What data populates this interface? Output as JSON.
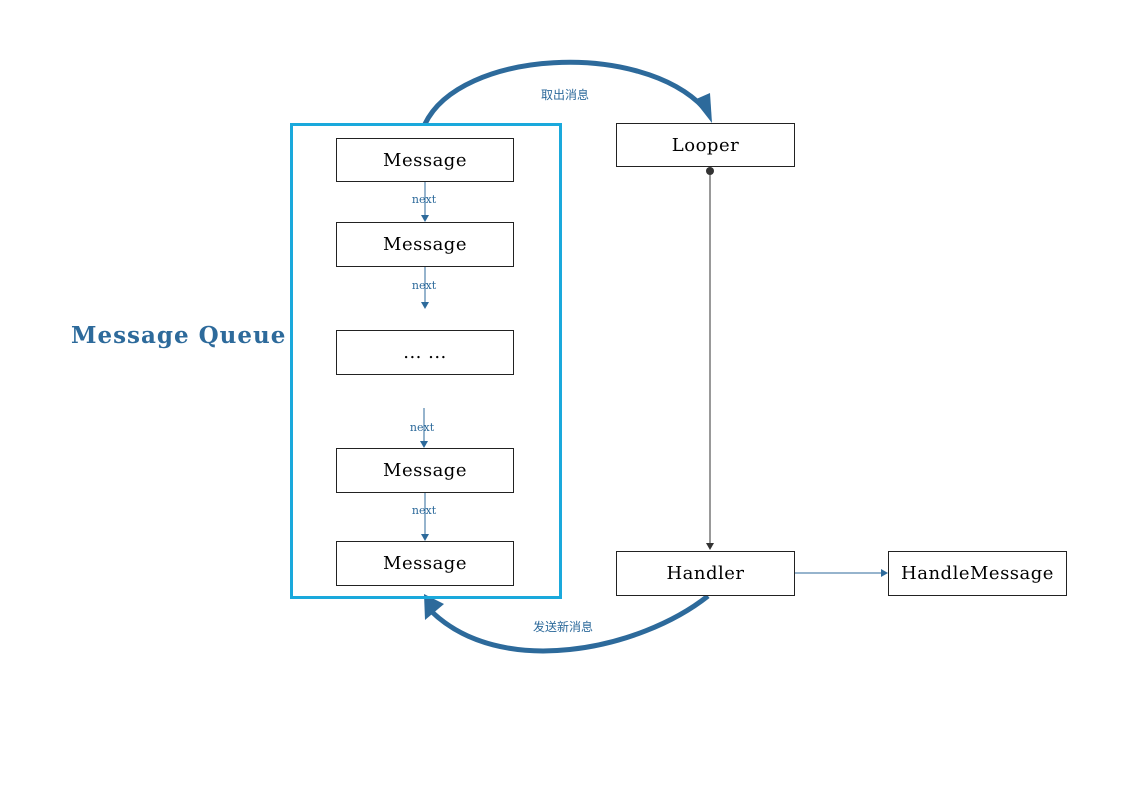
{
  "queue": {
    "title": "Message Queue",
    "nodes": [
      "Message",
      "Message",
      "... ...",
      "Message",
      "Message"
    ],
    "links": [
      "next",
      "next",
      "next",
      "next"
    ]
  },
  "looper": {
    "label": "Looper"
  },
  "handler": {
    "label": "Handler"
  },
  "handle_message": {
    "label": "HandleMessage"
  },
  "edges": {
    "take_message": "取出消息",
    "send_message": "发送新消息"
  },
  "colors": {
    "queue_border": "#1aa9dc",
    "arc": "#2d6a9b",
    "link": "#2d6a9b",
    "text": "#000000"
  }
}
